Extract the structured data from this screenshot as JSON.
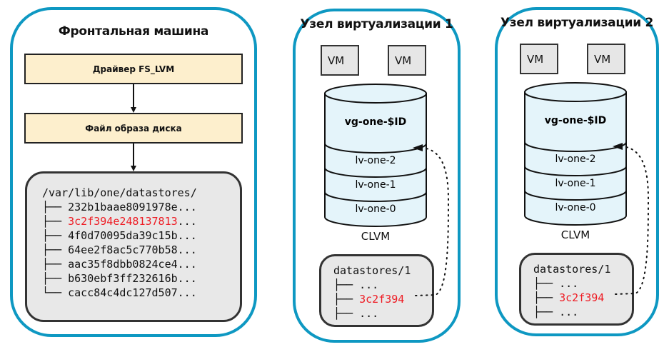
{
  "colors": {
    "panel_border": "#0e98c2",
    "step_fill": "#fdefcd",
    "cylinder_fill": "#e4f4fa",
    "box_fill": "#e8e8e8",
    "highlight": "#ee1c24"
  },
  "frontend": {
    "title": "Фронтальная машина",
    "steps": [
      "Драйвер FS_LVM",
      "Файл образа диска"
    ],
    "datastore": {
      "path": "/var/lib/one/datastores/",
      "entries": [
        {
          "prefix": "├── ",
          "name": "232b1baae8091978e",
          "suffix": "...",
          "highlight": false
        },
        {
          "prefix": "├── ",
          "name": "3c2f394e248137813",
          "suffix": "...",
          "highlight": true
        },
        {
          "prefix": "├── ",
          "name": "4f0d70095da39c15b",
          "suffix": "...",
          "highlight": false
        },
        {
          "prefix": "├── ",
          "name": "64ee2f8ac5c770b58",
          "suffix": "...",
          "highlight": false
        },
        {
          "prefix": "├── ",
          "name": "aac35f8dbb0824ce4",
          "suffix": "...",
          "highlight": false
        },
        {
          "prefix": "├── ",
          "name": "b630ebf3ff232616b",
          "suffix": "...",
          "highlight": false
        },
        {
          "prefix": "└── ",
          "name": "cacc84c4dc127d507",
          "suffix": "...",
          "highlight": false
        }
      ]
    }
  },
  "nodes": [
    {
      "title": "Узел виртуализации 1",
      "vms": [
        "VM",
        "VM"
      ],
      "volume_group": "vg-one-$ID",
      "logical_volumes": [
        "lv-one-2",
        "lv-one-1",
        "lv-one-0"
      ],
      "storage_label": "CLVM",
      "datastore": {
        "path": "datastores/1",
        "entries": [
          {
            "prefix": "├── ",
            "name": "...",
            "highlight": false
          },
          {
            "prefix": "├── ",
            "name": "3c2f394",
            "highlight": true
          },
          {
            "prefix": "├── ",
            "name": "...",
            "highlight": false
          }
        ]
      }
    },
    {
      "title": "Узел виртуализации 2",
      "vms": [
        "VM",
        "VM"
      ],
      "volume_group": "vg-one-$ID",
      "logical_volumes": [
        "lv-one-2",
        "lv-one-1",
        "lv-one-0"
      ],
      "storage_label": "CLVM",
      "datastore": {
        "path": "datastores/1",
        "entries": [
          {
            "prefix": "├── ",
            "name": "...",
            "highlight": false
          },
          {
            "prefix": "├── ",
            "name": "3c2f394",
            "highlight": true
          },
          {
            "prefix": "├── ",
            "name": "...",
            "highlight": false
          }
        ]
      }
    }
  ]
}
